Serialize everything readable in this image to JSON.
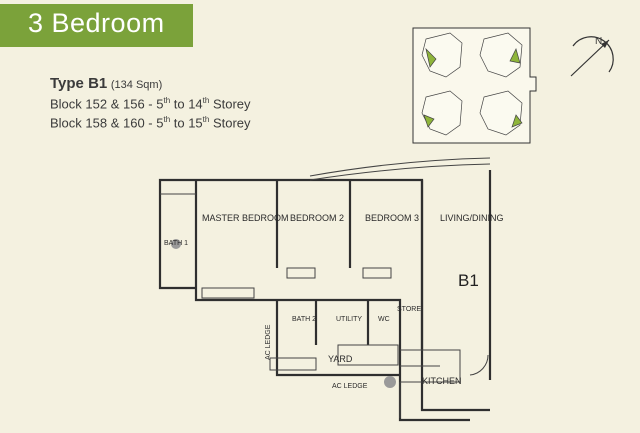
{
  "header": {
    "title": "3 Bedroom"
  },
  "unit_info": {
    "type_label": "Type B1",
    "area": "(134 Sqm)",
    "block_lines": [
      {
        "prefix": "Block 152 & 156 - 5",
        "sup1": "th",
        "mid": " to 14",
        "sup2": "th",
        "suffix": " Storey"
      },
      {
        "prefix": "Block 158 & 160 - 5",
        "sup1": "th",
        "mid": " to 15",
        "sup2": "th",
        "suffix": " Storey"
      }
    ]
  },
  "compass": {
    "label": "N"
  },
  "floorplan": {
    "unit_label": "B1",
    "rooms": {
      "master_bedroom": "MASTER BEDROOM",
      "bedroom2": "BEDROOM 2",
      "bedroom3": "BEDROOM 3",
      "living_dining": "LIVING/DINING",
      "bath1": "BATH 1",
      "bath2": "BATH 2",
      "utility": "UTILITY",
      "wc": "WC",
      "store": "STORE",
      "yard": "YARD",
      "kitchen": "KITCHEN",
      "ac_ledge_left": "AC LEDGE",
      "ac_ledge_bottom": "AC LEDGE"
    }
  },
  "colors": {
    "accent": "#7ba23a",
    "background": "#f4f1e0",
    "line": "#2f2f2f"
  }
}
